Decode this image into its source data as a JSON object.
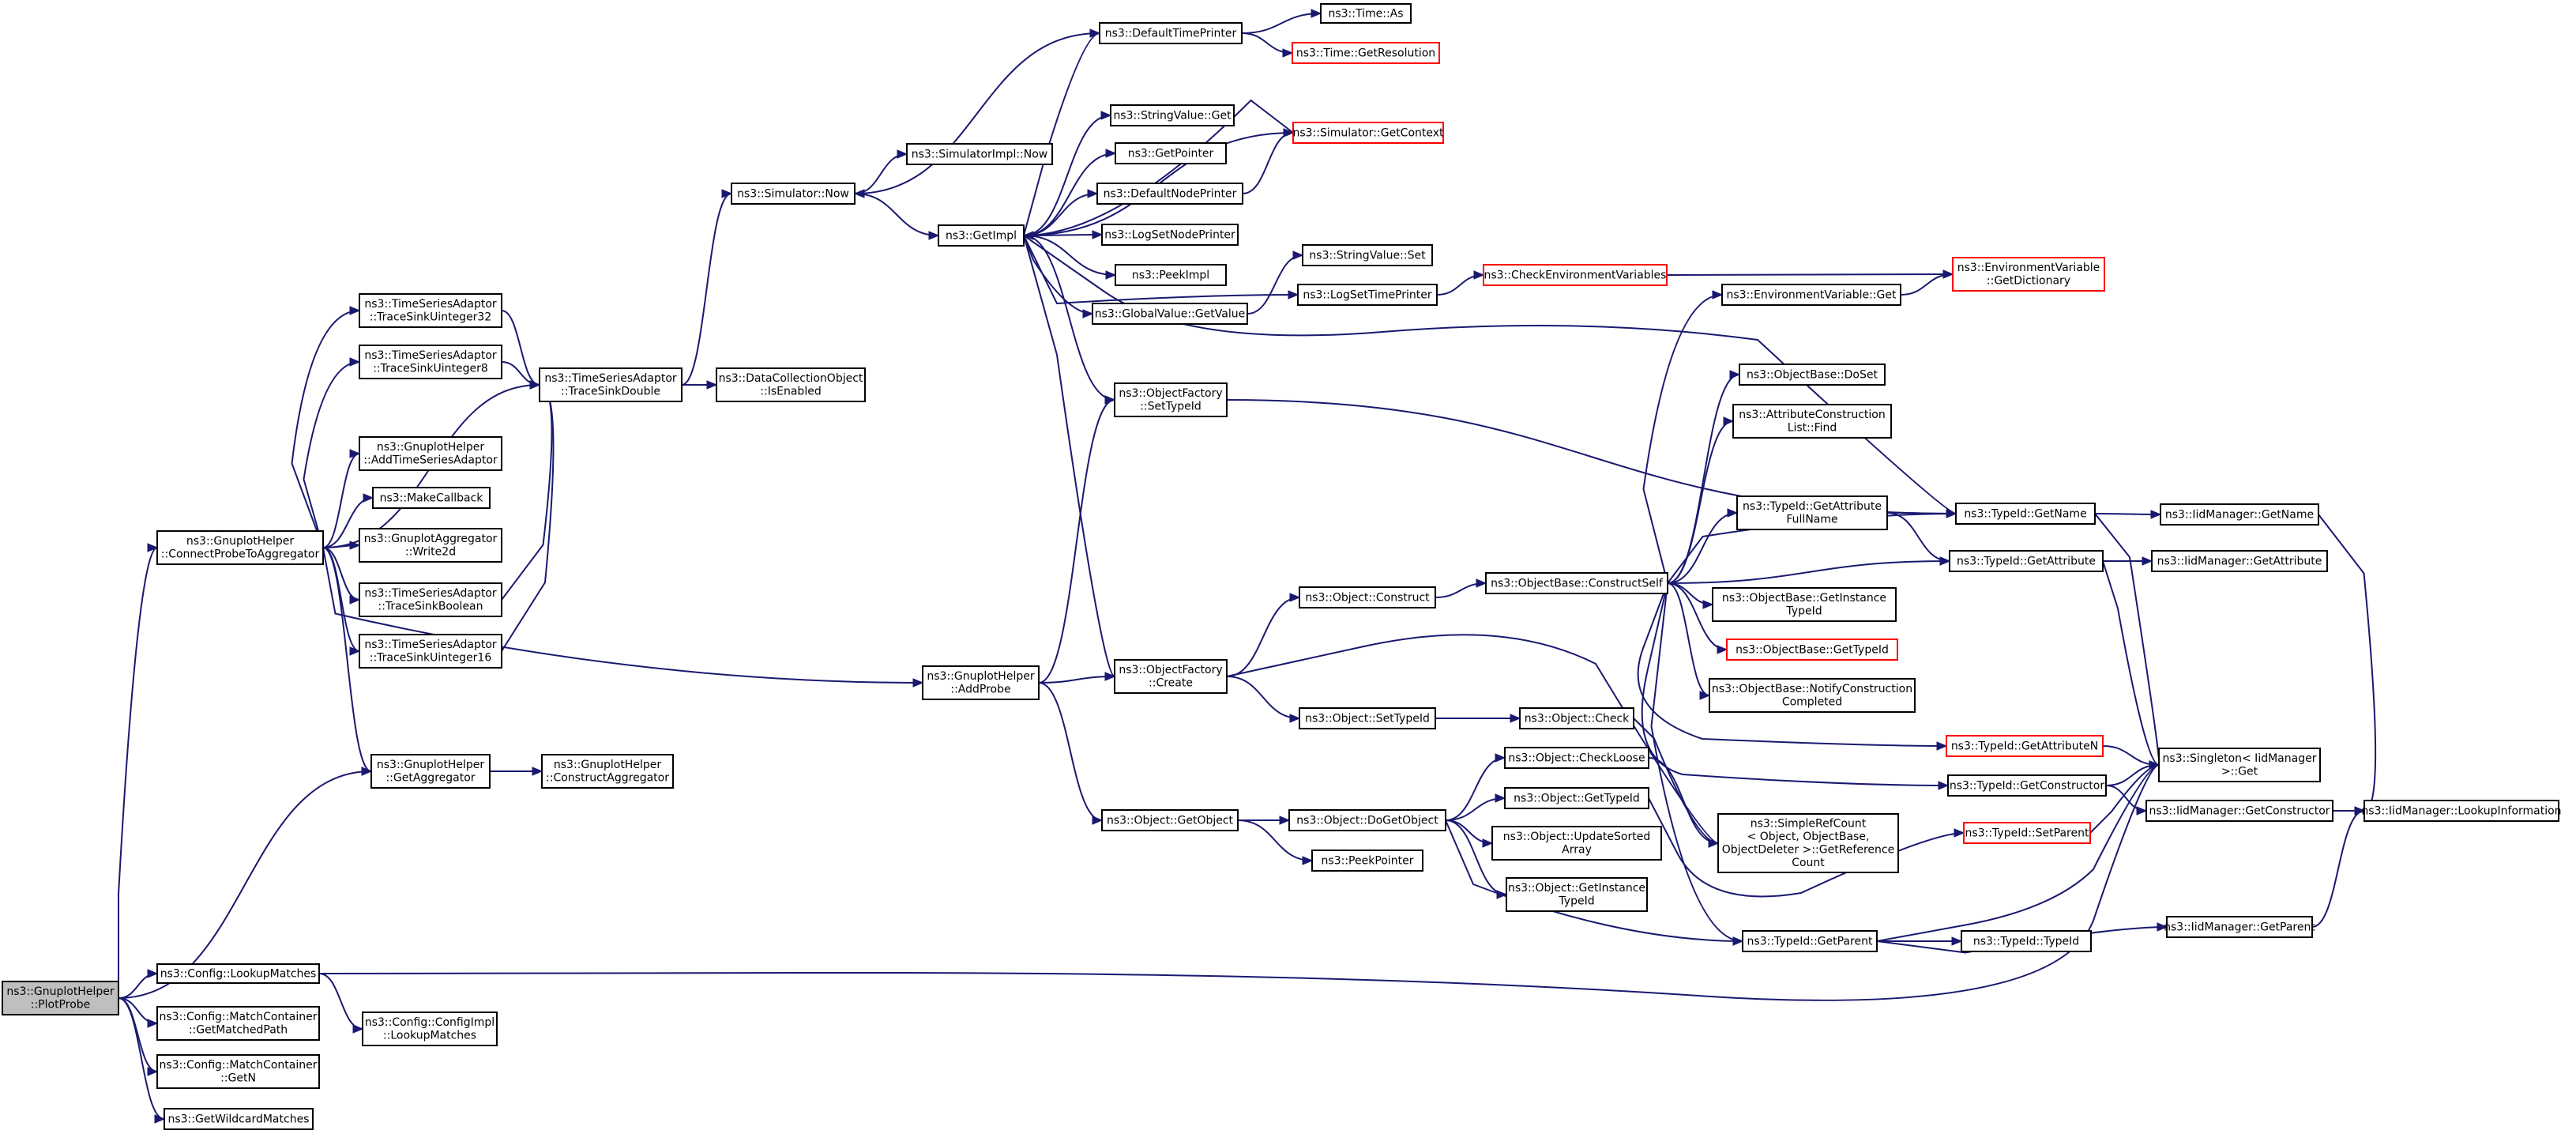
{
  "graph_title": "",
  "colors": {
    "edge": "#191970",
    "node_border": "#000000",
    "node_border_unresolved": "#ff0000",
    "root_fill": "#bfbfbf"
  },
  "nodes": [
    {
      "id": "plotprobe",
      "lines": [
        "ns3::GnuplotHelper",
        "::PlotProbe"
      ],
      "style": "root"
    },
    {
      "id": "connectprobe",
      "lines": [
        "ns3::GnuplotHelper",
        "::ConnectProbeToAggregator"
      ]
    },
    {
      "id": "lookupmatches",
      "lines": [
        "ns3::Config::LookupMatches"
      ]
    },
    {
      "id": "getmatchedpath",
      "lines": [
        "ns3::Config::MatchContainer",
        "::GetMatchedPath"
      ]
    },
    {
      "id": "mc_getn",
      "lines": [
        "ns3::Config::MatchContainer",
        "::GetN"
      ]
    },
    {
      "id": "getwildcard",
      "lines": [
        "ns3::GetWildcardMatches"
      ]
    },
    {
      "id": "configimpl_lookup",
      "lines": [
        "ns3::Config::ConfigImpl",
        "::LookupMatches"
      ]
    },
    {
      "id": "tsa_u32",
      "lines": [
        "ns3::TimeSeriesAdaptor",
        "::TraceSinkUinteger32"
      ]
    },
    {
      "id": "tsa_u8",
      "lines": [
        "ns3::TimeSeriesAdaptor",
        "::TraceSinkUinteger8"
      ]
    },
    {
      "id": "addtsa",
      "lines": [
        "ns3::GnuplotHelper",
        "::AddTimeSeriesAdaptor"
      ]
    },
    {
      "id": "makecallback",
      "lines": [
        "ns3::MakeCallback"
      ]
    },
    {
      "id": "write2d",
      "lines": [
        "ns3::GnuplotAggregator",
        "::Write2d"
      ]
    },
    {
      "id": "tsa_bool",
      "lines": [
        "ns3::TimeSeriesAdaptor",
        "::TraceSinkBoolean"
      ]
    },
    {
      "id": "tsa_u16",
      "lines": [
        "ns3::TimeSeriesAdaptor",
        "::TraceSinkUinteger16"
      ]
    },
    {
      "id": "getaggregator",
      "lines": [
        "ns3::GnuplotHelper",
        "::GetAggregator"
      ]
    },
    {
      "id": "constructagg",
      "lines": [
        "ns3::GnuplotHelper",
        "::ConstructAggregator"
      ]
    },
    {
      "id": "tsa_double",
      "lines": [
        "ns3::TimeSeriesAdaptor",
        "::TraceSinkDouble"
      ]
    },
    {
      "id": "dco_isenabled",
      "lines": [
        "ns3::DataCollectionObject",
        "::IsEnabled"
      ]
    },
    {
      "id": "sim_now",
      "lines": [
        "ns3::Simulator::Now"
      ]
    },
    {
      "id": "simimpl_now",
      "lines": [
        "ns3::SimulatorImpl::Now"
      ]
    },
    {
      "id": "getimpl",
      "lines": [
        "ns3::GetImpl"
      ]
    },
    {
      "id": "addprobe",
      "lines": [
        "ns3::GnuplotHelper",
        "::AddProbe"
      ]
    },
    {
      "id": "deftimeprinter",
      "lines": [
        "ns3::DefaultTimePrinter"
      ]
    },
    {
      "id": "time_as",
      "lines": [
        "ns3::Time::As"
      ]
    },
    {
      "id": "time_getres",
      "lines": [
        "ns3::Time::GetResolution"
      ],
      "style": "red"
    },
    {
      "id": "sim_getcontext",
      "lines": [
        "ns3::Simulator::GetContext"
      ],
      "style": "red"
    },
    {
      "id": "stringvalue_get",
      "lines": [
        "ns3::StringValue::Get"
      ]
    },
    {
      "id": "getpointer",
      "lines": [
        "ns3::GetPointer"
      ]
    },
    {
      "id": "defnodeprinter",
      "lines": [
        "ns3::DefaultNodePrinter"
      ]
    },
    {
      "id": "logsetnodeprinter",
      "lines": [
        "ns3::LogSetNodePrinter"
      ]
    },
    {
      "id": "peekimpl",
      "lines": [
        "ns3::PeekImpl"
      ]
    },
    {
      "id": "globalvalue_get",
      "lines": [
        "ns3::GlobalValue::GetValue"
      ]
    },
    {
      "id": "stringvalue_set",
      "lines": [
        "ns3::StringValue::Set"
      ]
    },
    {
      "id": "logsettimeprinter",
      "lines": [
        "ns3::LogSetTimePrinter"
      ]
    },
    {
      "id": "checkenv",
      "lines": [
        "ns3::CheckEnvironmentVariables"
      ],
      "style": "red"
    },
    {
      "id": "envvar_getdict",
      "lines": [
        "ns3::EnvironmentVariable",
        "::GetDictionary"
      ],
      "style": "red"
    },
    {
      "id": "envvar_get",
      "lines": [
        "ns3::EnvironmentVariable::Get"
      ]
    },
    {
      "id": "of_settypeid",
      "lines": [
        "ns3::ObjectFactory",
        "::SetTypeId"
      ]
    },
    {
      "id": "of_create",
      "lines": [
        "ns3::ObjectFactory",
        "::Create"
      ]
    },
    {
      "id": "object_getobject",
      "lines": [
        "ns3::Object::GetObject"
      ]
    },
    {
      "id": "object_construct",
      "lines": [
        "ns3::Object::Construct"
      ]
    },
    {
      "id": "object_settypeid",
      "lines": [
        "ns3::Object::SetTypeId"
      ]
    },
    {
      "id": "object_check",
      "lines": [
        "ns3::Object::Check"
      ]
    },
    {
      "id": "object_dogetobject",
      "lines": [
        "ns3::Object::DoGetObject"
      ]
    },
    {
      "id": "peekpointer",
      "lines": [
        "ns3::PeekPointer"
      ]
    },
    {
      "id": "object_checkloose",
      "lines": [
        "ns3::Object::CheckLoose"
      ]
    },
    {
      "id": "object_gettypeid",
      "lines": [
        "ns3::Object::GetTypeId"
      ]
    },
    {
      "id": "object_updatesorted",
      "lines": [
        "ns3::Object::UpdateSorted",
        "Array"
      ]
    },
    {
      "id": "object_getinstance",
      "lines": [
        "ns3::Object::GetInstance",
        "TypeId"
      ]
    },
    {
      "id": "ob_constructself",
      "lines": [
        "ns3::ObjectBase::ConstructSelf"
      ]
    },
    {
      "id": "ob_doset",
      "lines": [
        "ns3::ObjectBase::DoSet"
      ]
    },
    {
      "id": "acl_find",
      "lines": [
        "ns3::AttributeConstruction",
        "List::Find"
      ]
    },
    {
      "id": "typeid_getattrfullname",
      "lines": [
        "ns3::TypeId::GetAttribute",
        "FullName"
      ]
    },
    {
      "id": "ob_getinstance",
      "lines": [
        "ns3::ObjectBase::GetInstance",
        "TypeId"
      ]
    },
    {
      "id": "ob_gettypeid",
      "lines": [
        "ns3::ObjectBase::GetTypeId"
      ],
      "style": "red"
    },
    {
      "id": "ob_notify",
      "lines": [
        "ns3::ObjectBase::NotifyConstruction",
        "Completed"
      ]
    },
    {
      "id": "simplerefcount",
      "lines": [
        "ns3::SimpleRefCount",
        "< Object, ObjectBase,",
        "ObjectDeleter >::GetReference",
        "Count"
      ]
    },
    {
      "id": "typeid_getparent",
      "lines": [
        "ns3::TypeId::GetParent"
      ]
    },
    {
      "id": "typeid_typeid",
      "lines": [
        "ns3::TypeId::TypeId"
      ]
    },
    {
      "id": "typeid_getname",
      "lines": [
        "ns3::TypeId::GetName"
      ]
    },
    {
      "id": "typeid_getattribute",
      "lines": [
        "ns3::TypeId::GetAttribute"
      ]
    },
    {
      "id": "typeid_getattributen",
      "lines": [
        "ns3::TypeId::GetAttributeN"
      ],
      "style": "red"
    },
    {
      "id": "typeid_getconstructor",
      "lines": [
        "ns3::TypeId::GetConstructor"
      ]
    },
    {
      "id": "typeid_setparent",
      "lines": [
        "ns3::TypeId::SetParent"
      ],
      "style": "red"
    },
    {
      "id": "iid_getname",
      "lines": [
        "ns3::IidManager::GetName"
      ]
    },
    {
      "id": "iid_getattribute",
      "lines": [
        "ns3::IidManager::GetAttribute"
      ]
    },
    {
      "id": "singleton_get",
      "lines": [
        "ns3::Singleton< IidManager",
        ">::Get"
      ]
    },
    {
      "id": "iid_getconstructor",
      "lines": [
        "ns3::IidManager::GetConstructor"
      ]
    },
    {
      "id": "iid_getparent",
      "lines": [
        "ns3::IidManager::GetParent"
      ]
    },
    {
      "id": "iid_lookupinfo",
      "lines": [
        "ns3::IidManager::LookupInformation"
      ]
    }
  ],
  "edges": [
    [
      "plotprobe",
      "connectprobe"
    ],
    [
      "plotprobe",
      "getaggregator"
    ],
    [
      "plotprobe",
      "lookupmatches"
    ],
    [
      "plotprobe",
      "getmatchedpath"
    ],
    [
      "plotprobe",
      "mc_getn"
    ],
    [
      "plotprobe",
      "getwildcard"
    ],
    [
      "lookupmatches",
      "configimpl_lookup"
    ],
    [
      "lookupmatches",
      "singleton_get"
    ],
    [
      "connectprobe",
      "tsa_u32"
    ],
    [
      "connectprobe",
      "tsa_u8"
    ],
    [
      "connectprobe",
      "tsa_double"
    ],
    [
      "connectprobe",
      "addtsa"
    ],
    [
      "connectprobe",
      "makecallback"
    ],
    [
      "connectprobe",
      "write2d"
    ],
    [
      "connectprobe",
      "tsa_bool"
    ],
    [
      "connectprobe",
      "tsa_u16"
    ],
    [
      "connectprobe",
      "getaggregator"
    ],
    [
      "connectprobe",
      "addprobe"
    ],
    [
      "tsa_u32",
      "tsa_double"
    ],
    [
      "tsa_u8",
      "tsa_double"
    ],
    [
      "tsa_bool",
      "tsa_double"
    ],
    [
      "tsa_u16",
      "tsa_double"
    ],
    [
      "tsa_double",
      "dco_isenabled"
    ],
    [
      "tsa_double",
      "sim_now"
    ],
    [
      "getaggregator",
      "constructagg"
    ],
    [
      "sim_now",
      "simimpl_now"
    ],
    [
      "sim_now",
      "getimpl"
    ],
    [
      "getimpl",
      "deftimeprinter"
    ],
    [
      "getimpl",
      "sim_getcontext"
    ],
    [
      "getimpl",
      "stringvalue_get"
    ],
    [
      "getimpl",
      "getpointer"
    ],
    [
      "getimpl",
      "defnodeprinter"
    ],
    [
      "getimpl",
      "logsetnodeprinter"
    ],
    [
      "getimpl",
      "peekimpl"
    ],
    [
      "getimpl",
      "globalvalue_get"
    ],
    [
      "getimpl",
      "logsettimeprinter"
    ],
    [
      "getimpl",
      "of_settypeid"
    ],
    [
      "getimpl",
      "of_create"
    ],
    [
      "getimpl",
      "typeid_getname"
    ],
    [
      "deftimeprinter",
      "sim_now"
    ],
    [
      "deftimeprinter",
      "time_as"
    ],
    [
      "deftimeprinter",
      "time_getres"
    ],
    [
      "sim_getcontext",
      "getimpl"
    ],
    [
      "defnodeprinter",
      "sim_getcontext"
    ],
    [
      "globalvalue_get",
      "stringvalue_set"
    ],
    [
      "logsettimeprinter",
      "checkenv"
    ],
    [
      "checkenv",
      "envvar_getdict"
    ],
    [
      "envvar_get",
      "envvar_getdict"
    ],
    [
      "addprobe",
      "of_settypeid"
    ],
    [
      "addprobe",
      "of_create"
    ],
    [
      "addprobe",
      "object_getobject"
    ],
    [
      "of_settypeid",
      "typeid_getname"
    ],
    [
      "of_create",
      "object_construct"
    ],
    [
      "of_create",
      "object_settypeid"
    ],
    [
      "of_create",
      "simplerefcount"
    ],
    [
      "object_construct",
      "ob_constructself"
    ],
    [
      "object_settypeid",
      "object_check"
    ],
    [
      "object_check",
      "simplerefcount"
    ],
    [
      "object_getobject",
      "object_dogetobject"
    ],
    [
      "object_getobject",
      "peekpointer"
    ],
    [
      "object_dogetobject",
      "object_checkloose"
    ],
    [
      "object_dogetobject",
      "object_gettypeid"
    ],
    [
      "object_dogetobject",
      "object_updatesorted"
    ],
    [
      "object_dogetobject",
      "object_getinstance"
    ],
    [
      "object_dogetobject",
      "typeid_getparent"
    ],
    [
      "object_checkloose",
      "simplerefcount"
    ],
    [
      "object_gettypeid",
      "typeid_setparent"
    ],
    [
      "ob_constructself",
      "envvar_get"
    ],
    [
      "ob_constructself",
      "ob_doset"
    ],
    [
      "ob_constructself",
      "acl_find"
    ],
    [
      "ob_constructself",
      "typeid_getname"
    ],
    [
      "ob_constructself",
      "typeid_getattrfullname"
    ],
    [
      "ob_constructself",
      "typeid_getattribute"
    ],
    [
      "ob_constructself",
      "ob_getinstance"
    ],
    [
      "ob_constructself",
      "ob_gettypeid"
    ],
    [
      "ob_constructself",
      "ob_notify"
    ],
    [
      "ob_constructself",
      "typeid_getattributen"
    ],
    [
      "ob_constructself",
      "typeid_getconstructor"
    ],
    [
      "ob_constructself",
      "typeid_getparent"
    ],
    [
      "typeid_getattrfullname",
      "typeid_getname"
    ],
    [
      "typeid_getattrfullname",
      "typeid_getattribute"
    ],
    [
      "typeid_getparent",
      "typeid_typeid"
    ],
    [
      "typeid_getparent",
      "iid_getparent"
    ],
    [
      "typeid_getparent",
      "singleton_get"
    ],
    [
      "typeid_getname",
      "iid_getname"
    ],
    [
      "typeid_getname",
      "singleton_get"
    ],
    [
      "typeid_getattribute",
      "iid_getattribute"
    ],
    [
      "typeid_getattribute",
      "singleton_get"
    ],
    [
      "typeid_getattributen",
      "singleton_get"
    ],
    [
      "typeid_getconstructor",
      "iid_getconstructor"
    ],
    [
      "typeid_getconstructor",
      "singleton_get"
    ],
    [
      "typeid_setparent",
      "singleton_get"
    ],
    [
      "iid_getname",
      "iid_lookupinfo"
    ],
    [
      "iid_getconstructor",
      "iid_lookupinfo"
    ],
    [
      "iid_getparent",
      "iid_lookupinfo"
    ]
  ]
}
